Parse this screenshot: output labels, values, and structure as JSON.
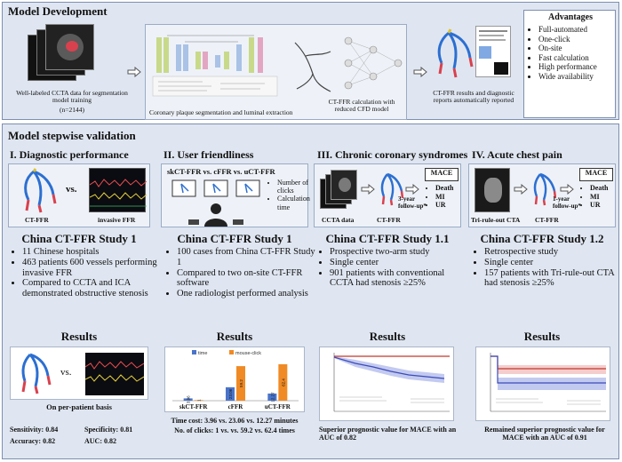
{
  "dev": {
    "title": "Model Development",
    "data_caption": "Well-labeled CCTA data for segmentation model training",
    "data_count": "(n=2144)",
    "seg_caption": "Coronary plaque segmentation and luminal extraction",
    "calc_caption": "CT-FFR calculation with reduced CFD model",
    "report_caption": "CT-FFR results and diagnostic reports automatically reported",
    "advantages": {
      "title": "Advantages",
      "items": [
        "Full-automated",
        "One-click",
        "On-site",
        "Fast calculation",
        "High performance",
        "Wide availability"
      ]
    }
  },
  "val": {
    "title": "Model stepwise validation",
    "columns": [
      {
        "title": "I. Diagnostic performance",
        "fig_labels": [
          "CT-FFR",
          "vs.",
          "invasive FFR"
        ],
        "study": "China CT-FFR Study 1",
        "bullets": [
          "11 Chinese hospitals",
          "463 patients 600 vessels performing invasive FFR",
          "Compared to CCTA and ICA demonstrated obstructive stenosis"
        ],
        "results": "Results",
        "res_vs": "vs.",
        "res_caption": "On per-patient basis",
        "metrics": [
          "Sensitivity: 0.84",
          "Specificity: 0.81",
          "Accuracy: 0.82",
          "AUC: 0.82"
        ]
      },
      {
        "title": "II. User friendliness",
        "fig_title": "skCT-FFR vs. cFFR vs. uCT-FFR",
        "fig_bullets": [
          "Number of clicks",
          "Calculation time"
        ],
        "study": "China CT-FFR Study 1",
        "bullets": [
          "100 cases from China CT-FFR Study 1",
          "Compared to two on-site CT-FFR software",
          "One radiologist performed analysis"
        ],
        "results": "Results",
        "legend": [
          "time",
          "mouse-click"
        ],
        "caption_lines": [
          "Time cost: 3.96 vs. 23.06 vs. 12.27 minutes",
          "No. of clicks: 1 vs. vs. 59.2 vs. 62.4 times"
        ]
      },
      {
        "title": "III. Chronic coronary syndromes",
        "fig_labels": [
          "CCTA data",
          "CT-FFR",
          "3-year follow-up*"
        ],
        "mace": "MACE",
        "mace_items": [
          "Death",
          "MI",
          "UR"
        ],
        "study": "China CT-FFR Study 1.1",
        "bullets": [
          "Prospective two-arm study",
          "Single center",
          "901 patients with conventional CCTA had stenosis ≥25%"
        ],
        "results": "Results",
        "caption": "Superior prognostic value for MACE with an AUC of 0.82"
      },
      {
        "title": "IV. Acute chest pain",
        "fig_labels": [
          "Tri-rule-out CTA",
          "CT-FFR",
          "1-year follow-up*"
        ],
        "mace": "MACE",
        "mace_items": [
          "Death",
          "MI",
          "UR"
        ],
        "study": "China CT-FFR Study 1.2",
        "bullets": [
          "Retrospective study",
          "Single center",
          "157 patients with Tri-rule-out CTA had stenosis ≥25%"
        ],
        "results": "Results",
        "caption": "Remained superior prognostic value for MACE with an AUC of 0.91"
      }
    ]
  },
  "chart_data": {
    "type": "bar",
    "categories": [
      "skCT-FFR",
      "cFFR",
      "uCT-FFR"
    ],
    "series": [
      {
        "name": "time",
        "values": [
          3.96,
          23.06,
          12.27
        ],
        "color": "#4a74c9"
      },
      {
        "name": "mouse-click",
        "values": [
          1,
          59.2,
          62.4
        ],
        "color": "#f08a24"
      }
    ],
    "ylim": [
      0,
      70
    ]
  },
  "colors": {
    "section_bg": "#dfe6f1",
    "accent_orange": "#f08a24",
    "accent_blue": "#4a74c9",
    "km_red": "#c0392b",
    "km_blue": "#3b4bb8"
  }
}
